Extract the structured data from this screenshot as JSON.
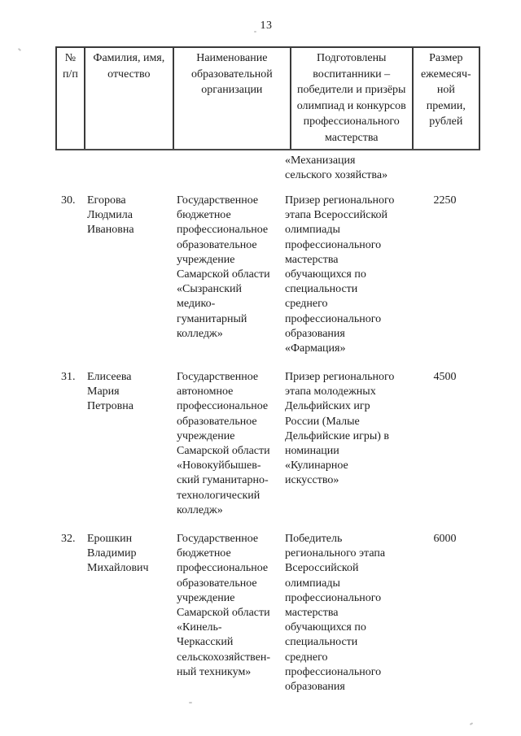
{
  "page": {
    "number": "13",
    "ink_color": "#1c1c1c",
    "border_color": "#3a3a3a"
  },
  "table": {
    "headers": [
      "№\nп/п",
      "Фамилия, имя,\nотчество",
      "Наименование\nобразовательной\nорганизации",
      "Подготовлены\nвоспитанники –\nпобедители и призёры\nолимпиад и конкурсов\nпрофессионального\nмастерства",
      "Размер\nежемесяч-\nной\nпремии,\nрублей"
    ],
    "continuation_text": "«Механизация\nсельского хозяйства»",
    "rows": [
      {
        "num": "30.",
        "name": "Егорова\nЛюдмила\nИвановна",
        "organization": "Государственное\nбюджетное\nпрофессиональное\nобразовательное\nучреждение\nСамарской области\n«Сызранский\nмедико-\nгуманитарный\nколледж»",
        "achievement": "Призер регионального\nэтапа Всероссийской\nолимпиады\nпрофессионального\nмастерства\nобучающихся по\nспециальности\nсреднего\nпрофессионального\nобразования\n«Фармация»",
        "amount": "2250"
      },
      {
        "num": "31.",
        "name": "Елисеева\nМария\nПетровна",
        "organization": "Государственное\nавтономное\nпрофессиональное\nобразовательное\nучреждение\nСамарской области\n«Новокуйбышев-\nский гуманитарно-\nтехнологический\nколледж»",
        "achievement": "Призер регионального\nэтапа молодежных\nДельфийских игр\nРоссии (Малые\nДельфийские игры) в\nноминации\n«Кулинарное\nискусство»",
        "amount": "4500"
      },
      {
        "num": "32.",
        "name": "Ерошкин\nВладимир\nМихайлович",
        "organization": "Государственное\nбюджетное\nпрофессиональное\nобразовательное\nучреждение\nСамарской области\n«Кинель-\nЧеркасский\nсельскохозяйствен-\nный техникум»",
        "achievement": "Победитель\nрегионального этапа\nВсероссийской\nолимпиады\nпрофессионального\nмастерства\nобучающихся по\nспециальности\nсреднего\nпрофессионального\nобразования",
        "amount": "6000"
      }
    ]
  }
}
